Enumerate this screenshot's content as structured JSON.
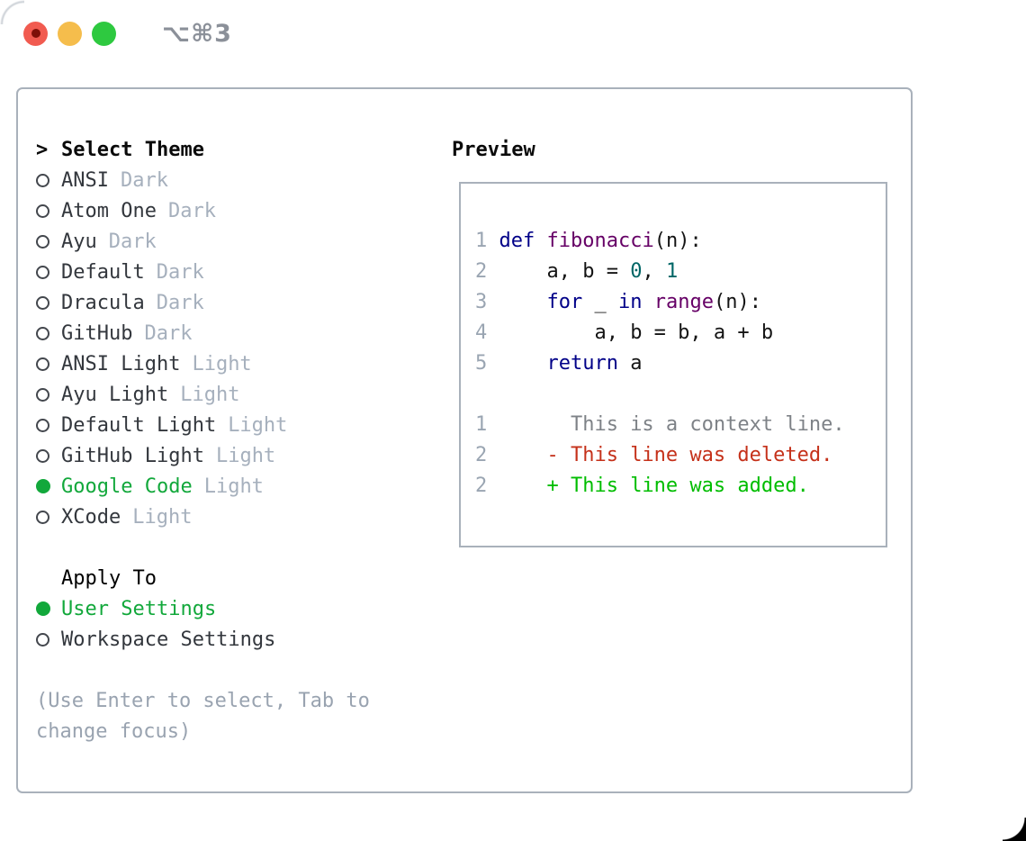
{
  "window": {
    "title": "⌥⌘3"
  },
  "theme_list": {
    "prompt": ">",
    "header": "Select Theme",
    "items": [
      {
        "name": "ANSI",
        "tag": "Dark",
        "selected": false
      },
      {
        "name": "Atom One",
        "tag": "Dark",
        "selected": false
      },
      {
        "name": "Ayu",
        "tag": "Dark",
        "selected": false
      },
      {
        "name": "Default",
        "tag": "Dark",
        "selected": false
      },
      {
        "name": "Dracula",
        "tag": "Dark",
        "selected": false
      },
      {
        "name": "GitHub",
        "tag": "Dark",
        "selected": false
      },
      {
        "name": "ANSI Light",
        "tag": "Light",
        "selected": false
      },
      {
        "name": "Ayu Light",
        "tag": "Light",
        "selected": false
      },
      {
        "name": "Default Light",
        "tag": "Light",
        "selected": false
      },
      {
        "name": "GitHub Light",
        "tag": "Light",
        "selected": false
      },
      {
        "name": "Google Code",
        "tag": "Light",
        "selected": true
      },
      {
        "name": "XCode",
        "tag": "Light",
        "selected": false
      }
    ]
  },
  "apply_to": {
    "header": "Apply To",
    "options": [
      {
        "label": "User Settings",
        "selected": true
      },
      {
        "label": "Workspace Settings",
        "selected": false
      }
    ]
  },
  "help": {
    "line1": "(Use Enter to select, Tab to",
    "line2": "change focus)"
  },
  "preview": {
    "header": "Preview",
    "code": {
      "l1": {
        "ln": "1",
        "sp": " ",
        "kw": "def",
        "mid": " ",
        "fn": "fibonacci",
        "rest": "(n):"
      },
      "l2": {
        "ln": "2",
        "pre": "     a, b = ",
        "n1": "0",
        "mid": ", ",
        "n2": "1"
      },
      "l3": {
        "ln": "3",
        "sp": "     ",
        "kw1": "for",
        "mid1": " _ ",
        "kw2": "in",
        "mid2": " ",
        "fn": "range",
        "rest": "(n):"
      },
      "l4": {
        "ln": "4",
        "code": "         a, b = b, a + b"
      },
      "l5": {
        "ln": "5",
        "sp": "     ",
        "kw": "return",
        "rest": " a"
      },
      "ctx": {
        "ln": "1",
        "text": "       This is a context line."
      },
      "del": {
        "ln": "2",
        "text": "     - This line was deleted."
      },
      "add": {
        "ln": "2",
        "text": "     + This line was added."
      }
    }
  },
  "colors": {
    "traffic-red": "#f15b50",
    "traffic-yellow": "#f5bd4c",
    "traffic-green": "#2ec940",
    "green-select": "#12a83b",
    "code-keyword": "#000088",
    "code-title": "#660066",
    "code-number": "#006666",
    "diff-context": "#7e8287",
    "diff-deleted": "#c5311a",
    "diff-added": "#00bd00"
  }
}
